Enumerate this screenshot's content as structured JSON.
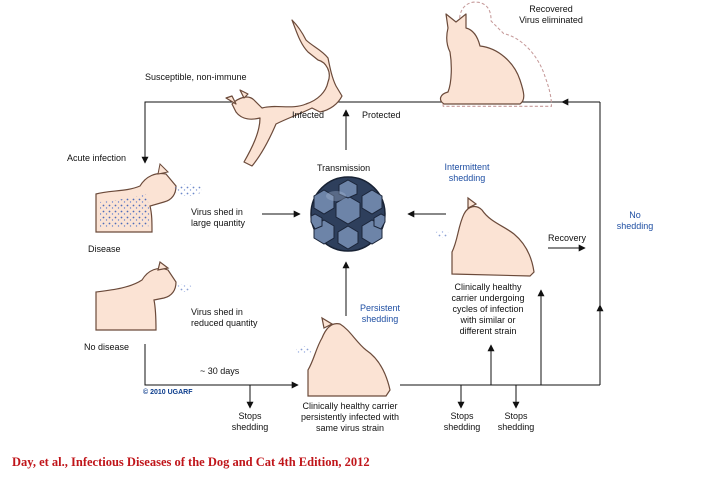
{
  "labels": {
    "susceptible": "Susceptible, non-immune",
    "recovered_1": "Recovered",
    "recovered_2": "Virus eliminated",
    "infected": "Infected",
    "protected": "Protected",
    "acute_infection": "Acute infection",
    "transmission": "Transmission",
    "intermittent_1": "Intermittent",
    "intermittent_2": "shedding",
    "no_shedding_1": "No",
    "no_shedding_2": "shedding",
    "shed_large_1": "Virus shed in",
    "shed_large_2": "large quantity",
    "disease": "Disease",
    "recovery": "Recovery",
    "carrier_cycles_1": "Clinically healthy",
    "carrier_cycles_2": "carrier undergoing",
    "carrier_cycles_3": "cycles of infection",
    "carrier_cycles_4": "with similar or",
    "carrier_cycles_5": "different strain",
    "persistent_1": "Persistent",
    "persistent_2": "shedding",
    "shed_reduced_1": "Virus shed in",
    "shed_reduced_2": "reduced quantity",
    "no_disease": "No disease",
    "thirty_days": "~ 30 days",
    "copyright": "© 2010 UGARF",
    "stops_left_1": "Stops",
    "stops_left_2": "shedding",
    "carrier_persistent_1": "Clinically healthy carrier",
    "carrier_persistent_2": "persistently infected with",
    "carrier_persistent_3": "same virus strain",
    "stops_mid_1": "Stops",
    "stops_mid_2": "shedding",
    "stops_right_1": "Stops",
    "stops_right_2": "shedding"
  },
  "citation": "Day, et al., Infectious Diseases of the Dog and Cat 4th Edition, 2012",
  "colors": {
    "cat_fill": "#fbe3d4",
    "cat_stroke": "#6b4a3a",
    "virus_fill": "#3a4f6e",
    "label_blue": "#1f4fa3",
    "citation_red": "#c0151a"
  }
}
